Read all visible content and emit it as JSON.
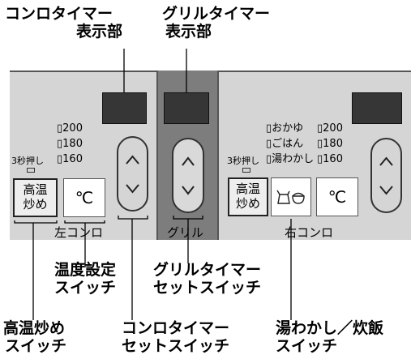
{
  "labels": {
    "stove_timer_display": [
      "コンロタイマー",
      "表示部"
    ],
    "grill_timer_display": [
      "グリルタイマー",
      "表示部"
    ],
    "temp_switch": [
      "温度設定",
      "スイッチ"
    ],
    "grill_timer_set": [
      "グリルタイマー",
      "セットスイッチ"
    ],
    "high_temp_switch": [
      "高温炒め",
      "スイッチ"
    ],
    "stove_timer_set": [
      "コンロタイマー",
      "セットスイッチ"
    ],
    "boil_rice_switch": [
      "湯わかし／炊飯",
      "スイッチ"
    ]
  },
  "left_burner": {
    "levels": [
      "▯200",
      "▯180",
      "▯160"
    ],
    "hold_label": "3秒押し",
    "high_temp_button": [
      "高温",
      "炒め"
    ],
    "temp_button": "℃",
    "zone_label": "左コンロ"
  },
  "grill": {
    "zone_label": "グリル"
  },
  "right_burner": {
    "modes": [
      "▯おかゆ",
      "▯ごはん",
      "▯湯わかし"
    ],
    "levels": [
      "▯200",
      "▯180",
      "▯160"
    ],
    "hold_label": "3秒押し",
    "high_temp_button": [
      "高温",
      "炒め"
    ],
    "temp_button": "℃",
    "zone_label": "右コンロ"
  },
  "icons": {
    "up": "chevron-up",
    "down": "chevron-down",
    "kettle_rice": "kettle-rice-bowl"
  }
}
